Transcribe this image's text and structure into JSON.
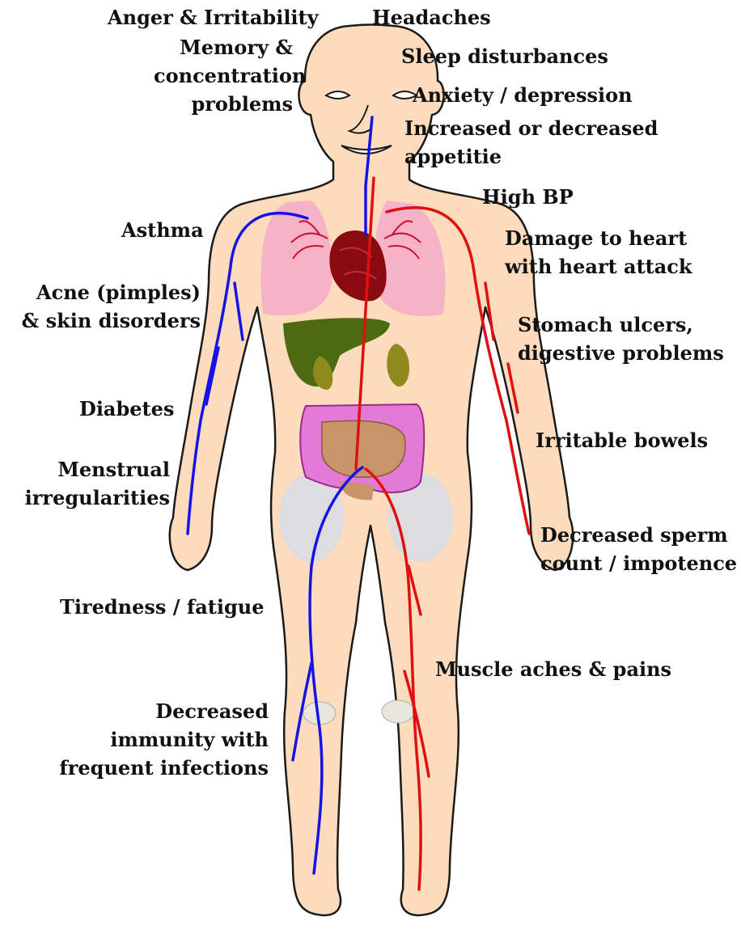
{
  "labels": {
    "anger": "Anger & Irritability",
    "memory": [
      "Memory &",
      "concentration",
      "problems"
    ],
    "headaches": "Headaches",
    "sleep": "Sleep disturbances",
    "anxiety": "Anxiety / depression",
    "appetite": [
      "Increased or decreased",
      "appetitie"
    ],
    "high_bp": "High BP",
    "asthma": "Asthma",
    "heart": [
      "Damage to heart",
      "with heart attack"
    ],
    "acne": [
      "Acne (pimples)",
      "& skin disorders"
    ],
    "stomach": [
      "Stomach ulcers,",
      "digestive problems"
    ],
    "diabetes": "Diabetes",
    "bowels": "Irritable bowels",
    "menstrual": [
      "Menstrual",
      "irregularities"
    ],
    "sperm": [
      "Decreased sperm",
      "count / impotence"
    ],
    "tiredness": "Tiredness / fatigue",
    "muscle": "Muscle aches & pains",
    "immunity": [
      "Decreased",
      "immunity with",
      "frequent infections"
    ]
  },
  "colors": {
    "skin": "#fddcbd",
    "outline": "#1a1a1a",
    "veins": "#1414e6",
    "arteries": "#e01010",
    "lungs": "#f6b3c7",
    "heart": "#8a0a12",
    "liver": "#4b6a12",
    "kidneys": "#8f8a1e",
    "intestine_large": "#e47ad8",
    "intestine_small": "#c8946a",
    "bone": "#d9dbe3"
  }
}
